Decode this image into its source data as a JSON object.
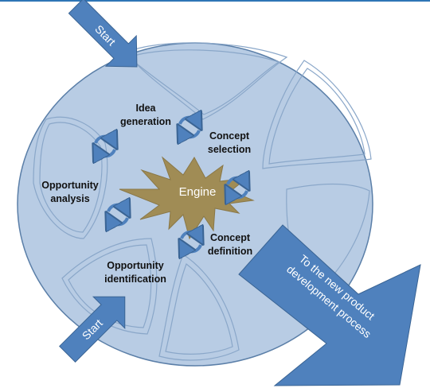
{
  "colors": {
    "top_rule": "#2e75b6",
    "wheel_fill": "#b8cce4",
    "wheel_stroke": "#5b7fa8",
    "arrow_fill": "#4f81bd",
    "arrow_stroke": "#3a6494",
    "engine_fill": "#a08c55",
    "engine_text": "#ffffff",
    "label_text": "#111111"
  },
  "start_top": "Start",
  "start_bottom": "Start",
  "engine": "Engine",
  "labels": {
    "idea_line1": "Idea",
    "idea_line2": "generation",
    "concept_sel_line1": "Concept",
    "concept_sel_line2": "selection",
    "opp_analysis_line1": "Opportunity",
    "opp_analysis_line2": "analysis",
    "concept_def_line1": "Concept",
    "concept_def_line2": "definition",
    "opp_ident_line1": "Opportunity",
    "opp_ident_line2": "identification"
  },
  "big_arrow": {
    "line1": "To the new product",
    "line2": "development process"
  }
}
